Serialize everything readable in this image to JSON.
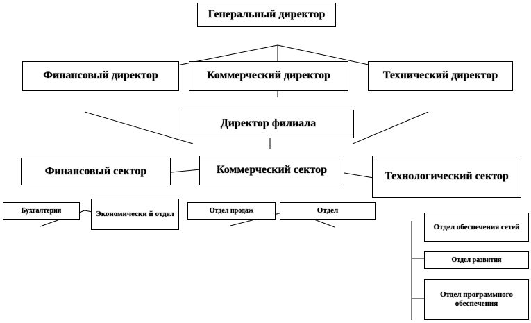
{
  "diagram": {
    "nodes": {
      "ceo": "Генеральный директор",
      "financial_director": "Финансовый директор",
      "commercial_director": "Коммерческий директор",
      "technical_director": "Технический директор",
      "branch_director": "Директор филиала",
      "financial_sector": "Финансовый сектор",
      "commercial_sector": "Коммерческий сектор",
      "technology_sector": "Технологический сектор",
      "accounting": "Бухгалтерия",
      "economic_department": "Экономически й отдел",
      "sales_department": "Отдел продаж",
      "department": "Отдел",
      "network_support_department": "Отдел обеспечения сетей",
      "development_department": "Отдел развития",
      "software_department": "Отдел программного обеспечения"
    }
  }
}
